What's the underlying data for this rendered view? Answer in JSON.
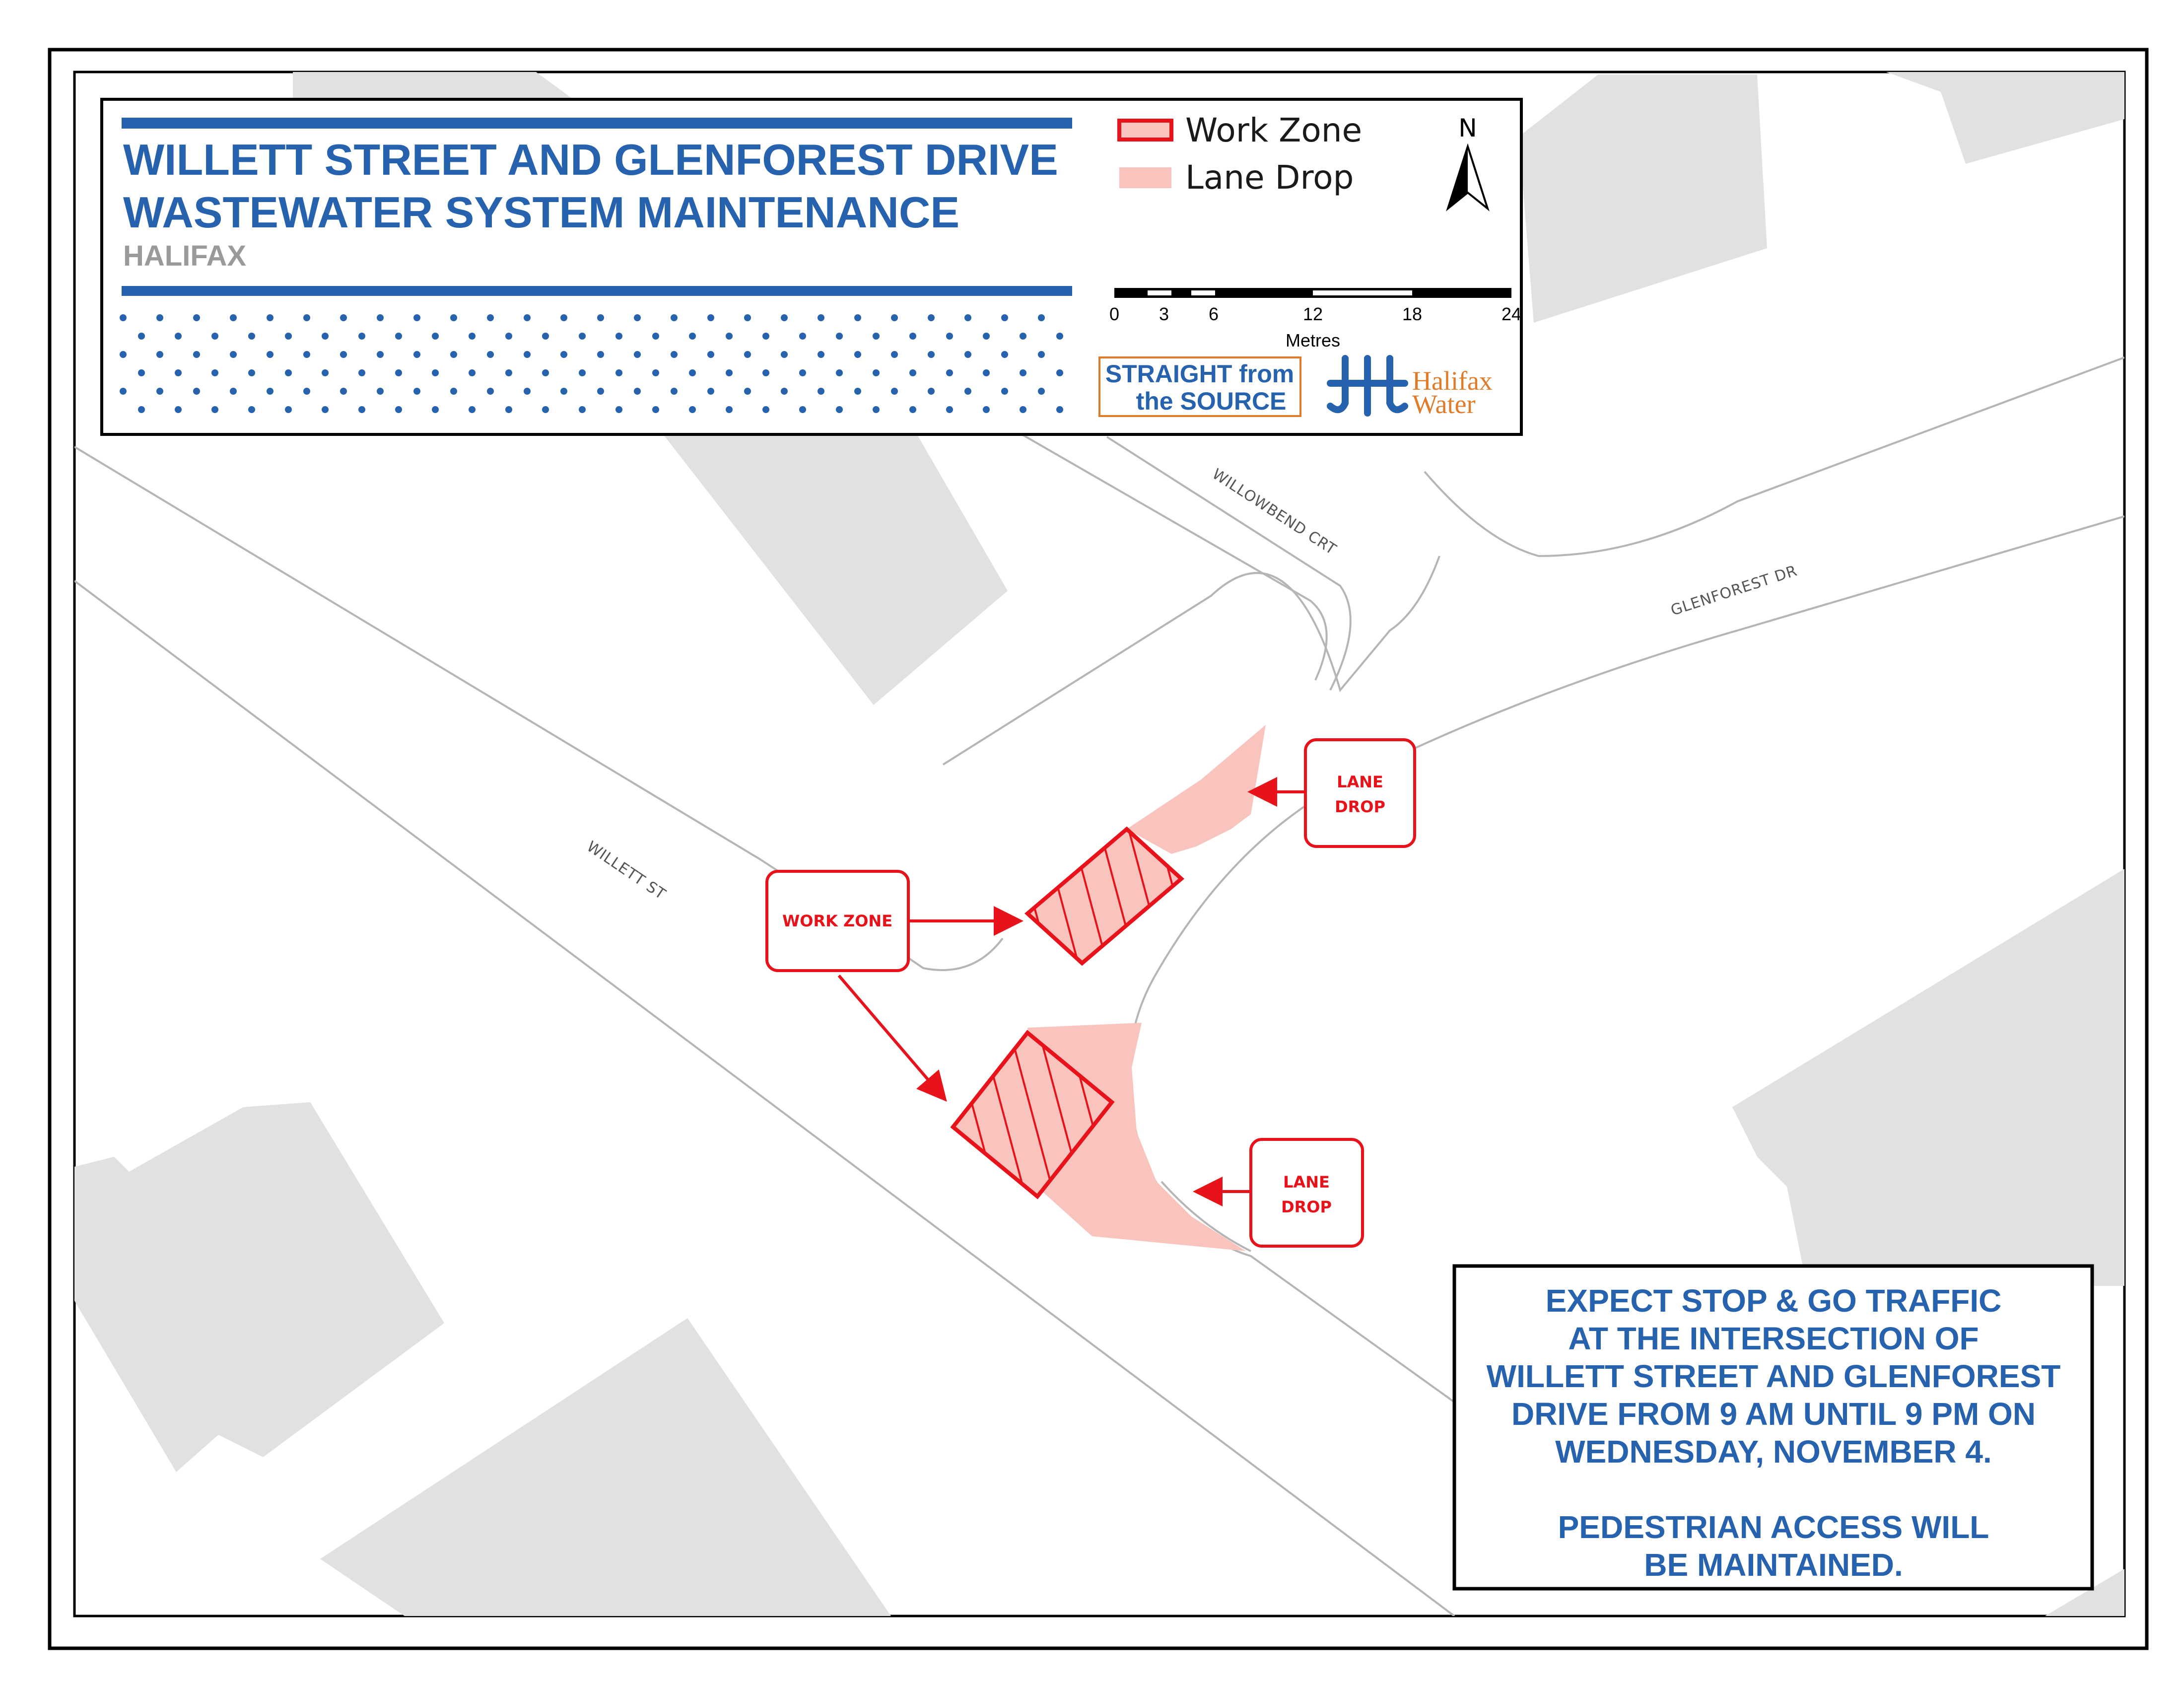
{
  "title": {
    "line1": "WILLETT STREET AND GLENFOREST DRIVE",
    "line2": "WASTEWATER SYSTEM MAINTENANCE",
    "location": "HALIFAX"
  },
  "legend": {
    "items": [
      {
        "label": "Work Zone",
        "swatch": "work-zone"
      },
      {
        "label": "Lane Drop",
        "swatch": "lane-drop"
      }
    ]
  },
  "north_arrow": {
    "label": "N"
  },
  "scale_bar": {
    "ticks": [
      "0",
      "3",
      "6",
      "12",
      "18",
      "24"
    ],
    "unit": "Metres"
  },
  "logos": {
    "slogan_line1": "STRAIGHT from",
    "slogan_line2": "the SOURCE",
    "brand_line1": "Halifax",
    "brand_line2": "Water"
  },
  "road_labels": {
    "willett": "WILLETT ST",
    "willowbend": "WILLOWBEND CRT",
    "glenforest": "GLENFOREST DR"
  },
  "callouts": {
    "work_zone": "WORK ZONE",
    "lane_drop_line1": "LANE",
    "lane_drop_line2": "DROP"
  },
  "notice": {
    "lines": [
      "EXPECT STOP & GO TRAFFIC",
      "AT THE INTERSECTION OF",
      "WILLETT STREET AND GLENFOREST",
      "DRIVE FROM 9 AM UNTIL 9 PM ON",
      "WEDNESDAY, NOVEMBER 4.",
      "",
      "PEDESTRIAN ACCESS WILL",
      "BE MAINTAINED."
    ]
  },
  "colors": {
    "brand_blue": "#2662ad",
    "work_zone_red": "#e8121b",
    "lane_drop_pink": "#f8c4bd",
    "building_gray": "#e1e1e1",
    "road_edge": "#b5b5b5"
  }
}
